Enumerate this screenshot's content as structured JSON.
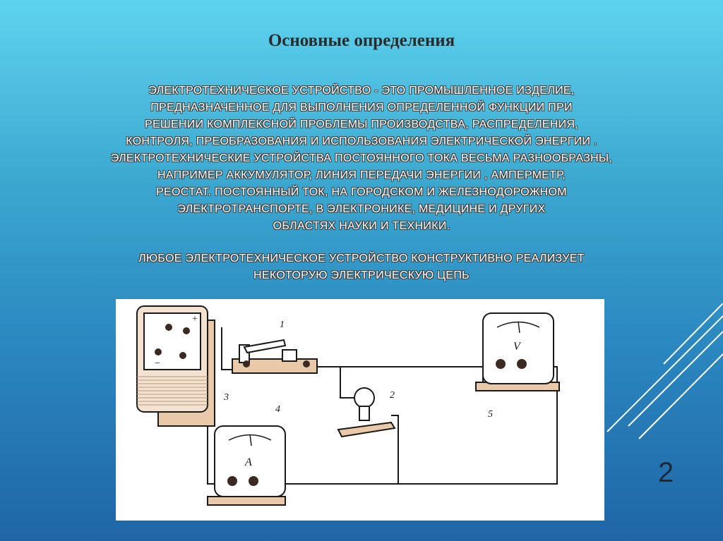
{
  "slide": {
    "title": "Основные определения",
    "paragraph1_lines": [
      "ЭЛЕКТРОТЕХНИЧЕСКОЕ УСТРОЙСТВО - ЭТО ПРОМЫШЛЕННОЕ ИЗДЕЛИЕ,",
      "ПРЕДНАЗНАЧЕННОЕ ДЛЯ ВЫПОЛНЕНИЯ ОПРЕДЕЛЕННОЙ ФУНКЦИИ ПРИ",
      "РЕШЕНИИ КОМПЛЕКСНОЙ ПРОБЛЕМЫ ПРОИЗВОДСТВА, РАСПРЕДЕЛЕНИЯ,",
      "КОНТРОЛЯ, ПРЕОБРАЗОВАНИЯ И ИСПОЛЬЗОВАНИЯ ЭЛЕКТРИЧЕСКОЙ ЭНЕРГИИ .",
      "ЭЛЕКТРОТЕХНИЧЕСКИЕ УСТРОЙСТВА ПОСТОЯННОГО ТОКА ВЕСЬМА РАЗНООБРАЗНЫ,",
      "НАПРИМЕР АККУМУЛЯТОР, ЛИНИЯ ПЕРЕДАЧИ ЭНЕРГИИ , АМПЕРМЕТР,",
      "РЕОСТАТ. ПОСТОЯННЫЙ ТОК, НА ГОРОДСКОМ И ЖЕЛЕЗНОДОРОЖНОМ",
      "ЭЛЕКТРОТРАНСПОРТЕ, В ЭЛЕКТРОНИКЕ, МЕДИЦИНЕ И ДРУГИХ",
      "ОБЛАСТЯХ НАУКИ И ТЕХНИКИ."
    ],
    "paragraph2_lines": [
      "ЛЮБОЕ ЭЛЕКТРОТЕХНИЧЕСКОЕ УСТРОЙСТВО КОНСТРУКТИВНО РЕАЛИЗУЕТ",
      "НЕКОТОРУЮ ЭЛЕКТРИЧЕСКУЮ ЦЕПЬ"
    ],
    "page_number": "2"
  },
  "diagram": {
    "labels": {
      "switch": "1",
      "lamp": "2",
      "battery": "3",
      "ammeter": "4",
      "voltmeter": "5"
    },
    "ammeter_symbol": "A",
    "voltmeter_symbol": "V",
    "battery_plus": "+",
    "battery_minus": "−"
  },
  "colors": {
    "background_top": "#5ed3ee",
    "background_bottom": "#1f66a6",
    "title_color": "#2b2b2b",
    "text_color": "#ffffff",
    "text_outline": "#3c3c3c",
    "device_body": "#e9c9a8",
    "device_dark": "#3a2a22"
  }
}
